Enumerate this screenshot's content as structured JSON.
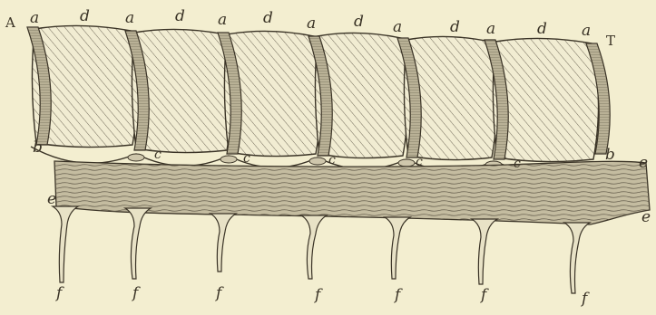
{
  "figure": {
    "background": "#f3eed0",
    "ink": "#3a3326",
    "labels": {
      "A": "A",
      "T": "T",
      "a": "a",
      "b": "b",
      "c": "c",
      "d": "d",
      "e": "e",
      "f": "f"
    },
    "segment_count": 6,
    "process_count": 7
  }
}
